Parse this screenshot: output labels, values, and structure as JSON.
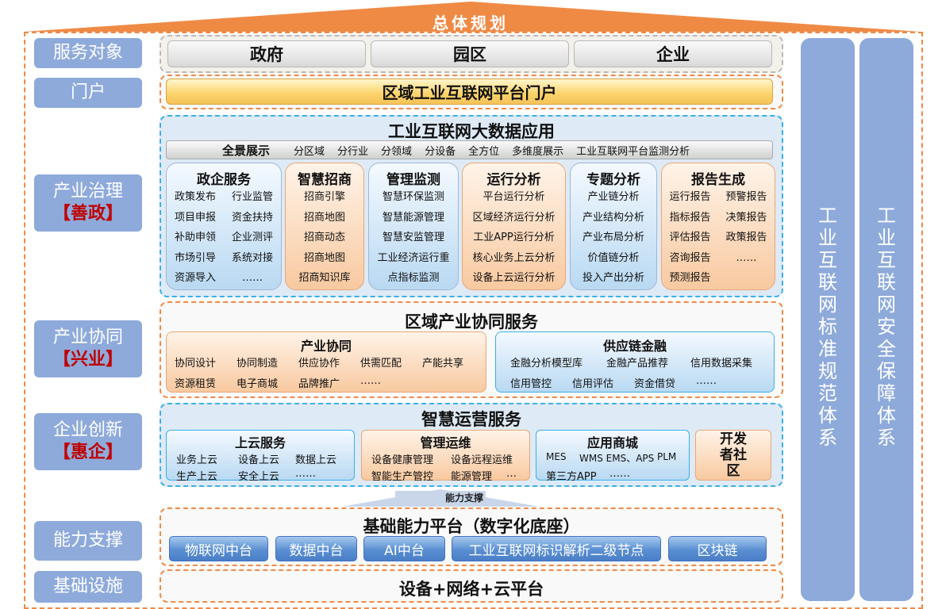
{
  "header": {
    "title": "总体规划"
  },
  "left_labels": [
    {
      "text": "服务对象",
      "tag": ""
    },
    {
      "text": "门户",
      "tag": ""
    },
    {
      "text": "产业治理",
      "tag": "【善政】"
    },
    {
      "text": "产业协同",
      "tag": "【兴业】"
    },
    {
      "text": "企业创新",
      "tag": "【惠企】"
    },
    {
      "text": "能力支撑",
      "tag": ""
    },
    {
      "text": "基础设施",
      "tag": ""
    }
  ],
  "right_pillars": [
    {
      "text": [
        "工",
        "业",
        "互",
        "联",
        "网",
        "标",
        "准",
        "规",
        "范",
        "体",
        "系"
      ]
    },
    {
      "text": [
        "工",
        "业",
        "互",
        "联",
        "网",
        "安",
        "全",
        "保",
        "障",
        "体",
        "系"
      ]
    }
  ],
  "service_objects": [
    "政府",
    "园区",
    "企业"
  ],
  "portal": "区域工业互联网平台门户",
  "bigdata": {
    "title": "工业互联网大数据应用",
    "panorama": {
      "head": "全景展示",
      "items": [
        "分区域",
        "分行业",
        "分领域",
        "分设备",
        "全方位",
        "多维度展示",
        "工业互联网平台监测分析"
      ]
    },
    "cards": [
      {
        "title": "政企服务",
        "items": [
          "政策发布",
          "行业监管",
          "项目申报",
          "资金扶持",
          "补助申领",
          "企业测评",
          "市场引导",
          "系统对接",
          "资源导入",
          "……"
        ]
      },
      {
        "title": "智慧招商",
        "items": [
          "招商引擎",
          "招商地图",
          "招商动态",
          "招商地图",
          "招商知识库"
        ]
      },
      {
        "title": "管理监测",
        "items": [
          "智慧环保监测",
          "智慧能源管理",
          "智慧安监管理",
          "工业经济运行重",
          "点指标监测"
        ]
      },
      {
        "title": "运行分析",
        "items": [
          "平台运行分析",
          "区域经济运行分析",
          "工业APP运行分析",
          "核心业务上云分析",
          "设备上云运行分析"
        ]
      },
      {
        "title": "专题分析",
        "items": [
          "产业链分析",
          "产业结构分析",
          "产业布局分析",
          "价值链分析",
          "投入产出分析"
        ]
      },
      {
        "title": "报告生成",
        "items": [
          "运行报告",
          "预警报告",
          "指标报告",
          "决策报告",
          "评估报告",
          "政策报告",
          "咨询报告",
          "……",
          "预测报告",
          ""
        ]
      }
    ]
  },
  "collab": {
    "title": "区域产业协同服务",
    "industry": {
      "title": "产业协同",
      "row1": [
        "协同设计",
        "协同制造",
        "供应协作",
        "供需匹配",
        "产能共享"
      ],
      "row2": [
        "资源租赁",
        "电子商城",
        "品牌推广",
        "……"
      ]
    },
    "finance": {
      "title": "供应链金融",
      "row1": [
        "金融分析模型库",
        "金融产品推荐",
        "信用数据采集"
      ],
      "row2": [
        "信用管控",
        "信用评估",
        "资金借贷",
        "……"
      ]
    }
  },
  "ops": {
    "title": "智慧运营服务",
    "cloud": {
      "title": "上云服务",
      "row1": [
        "业务上云",
        "设备上云",
        "数据上云"
      ],
      "row2": [
        "生产上云",
        "安全上云",
        "……"
      ]
    },
    "mgmt": {
      "title": "管理运维",
      "row1": [
        "设备健康管理",
        "设备远程运维"
      ],
      "row2": [
        "智能生产管控",
        "能源管理",
        "…"
      ]
    },
    "store": {
      "title": "应用商城",
      "row1": [
        "MES",
        "WMS EMS、APS",
        "PLM"
      ],
      "row2": [
        "第三方APP",
        "……"
      ]
    },
    "dev": {
      "title": "开发者社区"
    }
  },
  "arrow_label": "能力支撑",
  "platform": {
    "title": "基础能力平台（数字化底座）",
    "buttons": [
      "物联网中台",
      "数据中台",
      "AI中台",
      "工业互联网标识解析二级节点",
      "区块链"
    ]
  },
  "infra": {
    "title": "设备+网络+云平台"
  },
  "colors": {
    "orange": "#ef8a45",
    "label_blue": "#8eaadb",
    "frame_blue": "#3ab0e6",
    "red_tag": "#c00000"
  }
}
